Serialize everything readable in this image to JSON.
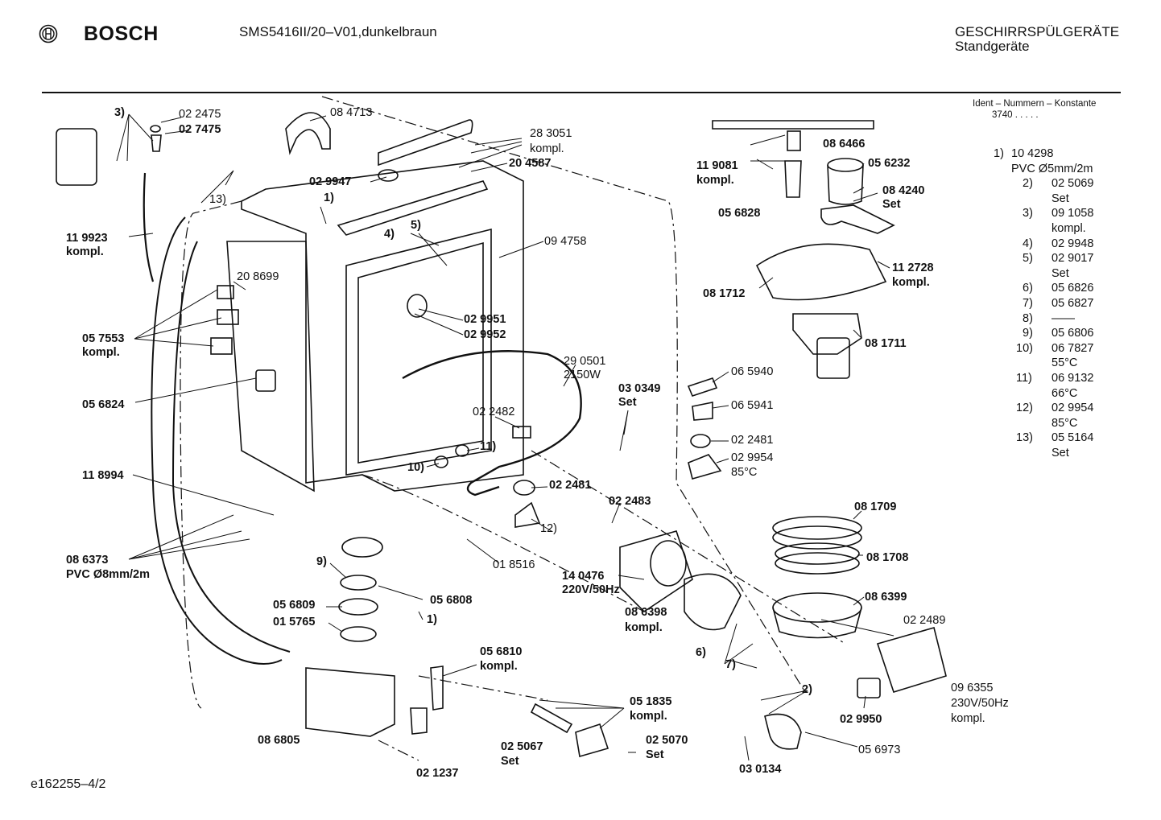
{
  "header": {
    "brand": "BOSCH",
    "model": "SMS5416II/20–V01,dunkelbraun",
    "category_line1": "GESCHIRRSPÜLGERÄTE",
    "category_line2": "Standgeräte",
    "ident_line1": "Ident – Nummern – Konstante",
    "ident_line2": "3740 . . . . ."
  },
  "footer": {
    "code": "e162255–4/2"
  },
  "legend": [
    {
      "key": "1)",
      "lines": [
        "10 4298",
        "PVC   Ø5mm/2m"
      ]
    },
    {
      "key": "2)",
      "lines": [
        "02 5069",
        "Set"
      ]
    },
    {
      "key": "3)",
      "lines": [
        "09 1058",
        "kompl."
      ]
    },
    {
      "key": "4)",
      "lines": [
        "02 9948"
      ]
    },
    {
      "key": "5)",
      "lines": [
        "02 9017",
        "Set"
      ]
    },
    {
      "key": "6)",
      "lines": [
        "05 6826"
      ]
    },
    {
      "key": "7)",
      "lines": [
        "05 6827"
      ]
    },
    {
      "key": "8)",
      "lines": [
        "——"
      ]
    },
    {
      "key": "9)",
      "lines": [
        "05 6806"
      ]
    },
    {
      "key": "10)",
      "lines": [
        "06 7827",
        "55°C"
      ]
    },
    {
      "key": "11)",
      "lines": [
        "06 9132",
        "66°C"
      ]
    },
    {
      "key": "12)",
      "lines": [
        "02 9954",
        "85°C"
      ]
    },
    {
      "key": "13)",
      "lines": [
        "05 5164",
        "Set"
      ]
    }
  ],
  "labels": [
    {
      "id": "l01",
      "text": "3)",
      "bold": true
    },
    {
      "id": "l02",
      "text": "02 2475",
      "bold": false
    },
    {
      "id": "l03",
      "text": "02 7475",
      "bold": true
    },
    {
      "id": "l04",
      "text": "08 4713",
      "bold": false
    },
    {
      "id": "l05",
      "text": "28 3051",
      "bold": false
    },
    {
      "id": "l06",
      "text": "kompl.",
      "bold": false
    },
    {
      "id": "l07",
      "text": "20 4587",
      "bold": true
    },
    {
      "id": "l08",
      "text": "02 9947",
      "bold": true
    },
    {
      "id": "l09",
      "text": "13)",
      "bold": false
    },
    {
      "id": "l10",
      "text": "1)",
      "bold": true
    },
    {
      "id": "l11",
      "text": "4)",
      "bold": true
    },
    {
      "id": "l12",
      "text": "5)",
      "bold": true
    },
    {
      "id": "l13",
      "text": "11 9923",
      "bold": true
    },
    {
      "id": "l14",
      "text": "kompl.",
      "bold": true
    },
    {
      "id": "l15",
      "text": "20 8699",
      "bold": false
    },
    {
      "id": "l16",
      "text": "09 4758",
      "bold": false
    },
    {
      "id": "l17",
      "text": "02 9951",
      "bold": true
    },
    {
      "id": "l18",
      "text": "02 9952",
      "bold": true
    },
    {
      "id": "l19",
      "text": "05 7553",
      "bold": true
    },
    {
      "id": "l20",
      "text": "kompl.",
      "bold": true
    },
    {
      "id": "l21",
      "text": "29 0501",
      "bold": false
    },
    {
      "id": "l22",
      "text": "2150W",
      "bold": false
    },
    {
      "id": "l23",
      "text": "05 6824",
      "bold": true
    },
    {
      "id": "l24",
      "text": "02 2482",
      "bold": false
    },
    {
      "id": "l25",
      "text": "11)",
      "bold": true
    },
    {
      "id": "l26",
      "text": "10)",
      "bold": true
    },
    {
      "id": "l27",
      "text": "11 8994",
      "bold": true
    },
    {
      "id": "l28",
      "text": "02 2481",
      "bold": true
    },
    {
      "id": "l29",
      "text": "12)",
      "bold": false
    },
    {
      "id": "l30",
      "text": "08 6373",
      "bold": true
    },
    {
      "id": "l31",
      "text": "PVC Ø8mm/2m",
      "bold": true
    },
    {
      "id": "l32",
      "text": "01 8516",
      "bold": false
    },
    {
      "id": "l33",
      "text": "9)",
      "bold": true
    },
    {
      "id": "l34",
      "text": "05 6808",
      "bold": true
    },
    {
      "id": "l35",
      "text": "05 6809",
      "bold": true
    },
    {
      "id": "l36",
      "text": "01 5765",
      "bold": true
    },
    {
      "id": "l37",
      "text": "1)",
      "bold": true
    },
    {
      "id": "l38",
      "text": "05 6810",
      "bold": true
    },
    {
      "id": "l39",
      "text": "kompl.",
      "bold": true
    },
    {
      "id": "l40",
      "text": "05 1835",
      "bold": true
    },
    {
      "id": "l41",
      "text": "kompl.",
      "bold": true
    },
    {
      "id": "l42",
      "text": "08 6805",
      "bold": true
    },
    {
      "id": "l43",
      "text": "02 5067",
      "bold": true
    },
    {
      "id": "l44",
      "text": "Set",
      "bold": true
    },
    {
      "id": "l45",
      "text": "02 5070",
      "bold": true
    },
    {
      "id": "l46",
      "text": "Set",
      "bold": true
    },
    {
      "id": "l47",
      "text": "02 1237",
      "bold": true
    },
    {
      "id": "l48",
      "text": "08 6466",
      "bold": true
    },
    {
      "id": "l49",
      "text": "11 9081",
      "bold": true
    },
    {
      "id": "l50",
      "text": "kompl.",
      "bold": true
    },
    {
      "id": "l51",
      "text": "05 6232",
      "bold": true
    },
    {
      "id": "l52",
      "text": "08 4240",
      "bold": true
    },
    {
      "id": "l53",
      "text": "Set",
      "bold": true
    },
    {
      "id": "l54",
      "text": "05 6828",
      "bold": true
    },
    {
      "id": "l55",
      "text": "11 2728",
      "bold": true
    },
    {
      "id": "l56",
      "text": "kompl.",
      "bold": true
    },
    {
      "id": "l57",
      "text": "08 1712",
      "bold": true
    },
    {
      "id": "l58",
      "text": "08 1711",
      "bold": true
    },
    {
      "id": "l59",
      "text": "06 5940",
      "bold": false
    },
    {
      "id": "l60",
      "text": "03 0349",
      "bold": true
    },
    {
      "id": "l61",
      "text": "Set",
      "bold": true
    },
    {
      "id": "l62",
      "text": "06 5941",
      "bold": false
    },
    {
      "id": "l63",
      "text": "02 2481",
      "bold": false
    },
    {
      "id": "l64",
      "text": "02 9954",
      "bold": false
    },
    {
      "id": "l65",
      "text": "85°C",
      "bold": false
    },
    {
      "id": "l66",
      "text": "02 2483",
      "bold": true
    },
    {
      "id": "l67",
      "text": "08 1709",
      "bold": true
    },
    {
      "id": "l68",
      "text": "08 1708",
      "bold": true
    },
    {
      "id": "l69",
      "text": "14 0476",
      "bold": true
    },
    {
      "id": "l70",
      "text": "220V/50Hz",
      "bold": true
    },
    {
      "id": "l71",
      "text": "08 6399",
      "bold": true
    },
    {
      "id": "l72",
      "text": "08 6398",
      "bold": true
    },
    {
      "id": "l73",
      "text": "kompl.",
      "bold": true
    },
    {
      "id": "l74",
      "text": "02 2489",
      "bold": false
    },
    {
      "id": "l75",
      "text": "6)",
      "bold": true
    },
    {
      "id": "l76",
      "text": "7)",
      "bold": true
    },
    {
      "id": "l77",
      "text": "2)",
      "bold": true
    },
    {
      "id": "l78",
      "text": "09 6355",
      "bold": false
    },
    {
      "id": "l79",
      "text": "230V/50Hz",
      "bold": false
    },
    {
      "id": "l80",
      "text": "kompl.",
      "bold": false
    },
    {
      "id": "l81",
      "text": "02 9950",
      "bold": true
    },
    {
      "id": "l82",
      "text": "05 6973",
      "bold": false
    },
    {
      "id": "l83",
      "text": "03 0134",
      "bold": true
    }
  ]
}
